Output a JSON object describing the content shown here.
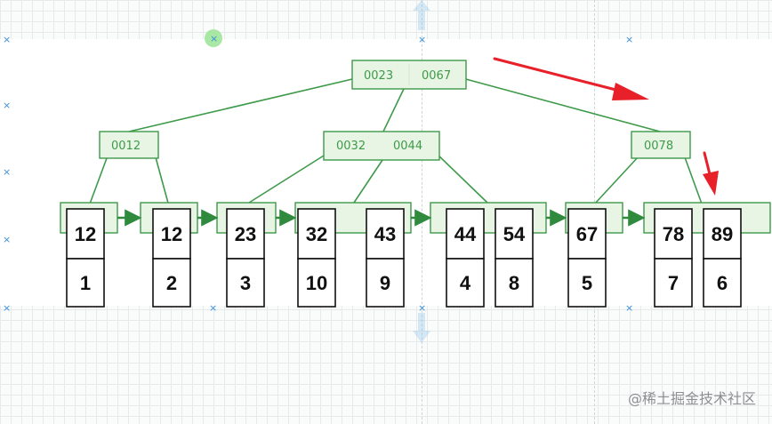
{
  "nodes": {
    "root": {
      "left": "0023",
      "right": "0067"
    },
    "mid_left": {
      "key": "0012"
    },
    "mid_center": {
      "left": "0032",
      "right": "0044"
    },
    "mid_right": {
      "key": "0078"
    }
  },
  "leaf_columns": [
    {
      "key": "12",
      "value": "1"
    },
    {
      "key": "12",
      "value": "2"
    },
    {
      "key": "23",
      "value": "3"
    },
    {
      "key": "32",
      "value": "10"
    },
    {
      "key": "43",
      "value": "9"
    },
    {
      "key": "44",
      "value": "4"
    },
    {
      "key": "54",
      "value": "8"
    },
    {
      "key": "67",
      "value": "5"
    },
    {
      "key": "78",
      "value": "7"
    },
    {
      "key": "89",
      "value": "6"
    }
  ],
  "watermark": "@稀土掘金技术社区",
  "colors": {
    "tree_green": "#3e9a4a",
    "node_fill": "#e8f5e4",
    "arrow_red": "#e8202a",
    "selection_handle": "#9fe59a"
  }
}
